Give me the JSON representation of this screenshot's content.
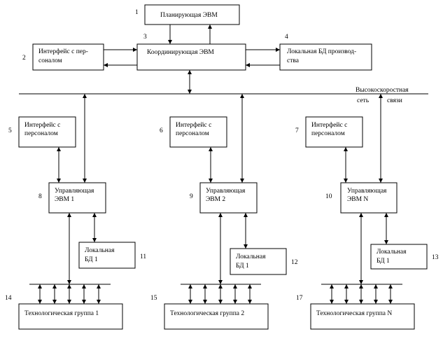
{
  "nodes": {
    "planning": {
      "number": "1",
      "lines": [
        "Планирующая ЭВМ"
      ]
    },
    "hr_interface_top": {
      "number": "2",
      "lines": [
        "Интерфейс с пер-",
        "соналом"
      ]
    },
    "coordinator": {
      "number": "3",
      "lines": [
        "Координирующая ЭВМ"
      ]
    },
    "local_db_prod": {
      "number": "4",
      "lines": [
        "Локальная БД производ-",
        "ства"
      ]
    },
    "hr_interface_1": {
      "number": "5",
      "lines": [
        "Интерфейс с",
        "персоналом"
      ]
    },
    "hr_interface_2": {
      "number": "6",
      "lines": [
        "Интерфейс с",
        "персоналом"
      ]
    },
    "hr_interface_n": {
      "number": "7",
      "lines": [
        "Интерфейс с",
        "персоналом"
      ]
    },
    "control_1": {
      "number": "8",
      "lines": [
        "Управляющая",
        "ЭВМ   1"
      ]
    },
    "control_2": {
      "number": "9",
      "lines": [
        "Управляющая",
        "ЭВМ   2"
      ]
    },
    "control_n": {
      "number": "10",
      "lines": [
        "Управляющая",
        "ЭВМ   N"
      ]
    },
    "local_db_1": {
      "number": "11",
      "lines": [
        "Локальная",
        "БД    1"
      ]
    },
    "local_db_2": {
      "number": "12",
      "lines": [
        "Локальная",
        "БД    1"
      ]
    },
    "local_db_n": {
      "number": "13",
      "lines": [
        "Локальная",
        "БД    1"
      ]
    },
    "tech_group_1": {
      "number": "14",
      "lines": [
        "Технологическая группа    1"
      ]
    },
    "tech_group_2": {
      "number": "15",
      "lines": [
        "Технологическая группа    2"
      ]
    },
    "tech_group_n": {
      "number": "17",
      "lines": [
        "Технологическая группа    N"
      ]
    }
  },
  "network": {
    "label_line1": "Высокоскоростная",
    "label_line2_a": "сеть",
    "label_line2_b": "связи"
  }
}
